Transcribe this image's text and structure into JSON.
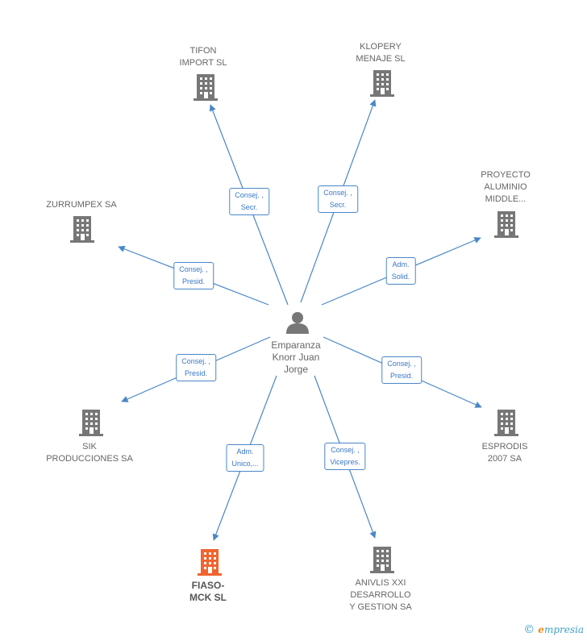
{
  "center": {
    "name": "Emparanza\nKnorr Juan\nJorge",
    "icon": "person-icon"
  },
  "colors": {
    "edge": "#4a86c8",
    "building": "#777777",
    "highlight": "#f0642f"
  },
  "companies": [
    {
      "id": "tifon",
      "name": "TIFON\nIMPORT SL",
      "role": "Consej. ,\nSecr.",
      "highlight": false
    },
    {
      "id": "klopery",
      "name": "KLOPERY\nMENAJE SL",
      "role": "Consej. ,\nSecr.",
      "highlight": false
    },
    {
      "id": "proyecto",
      "name": "PROYECTO\nALUMINIO\nMIDDLE...",
      "role": "Adm.\nSolid.",
      "highlight": false
    },
    {
      "id": "zurrumpex",
      "name": "ZURRUMPEX SA",
      "role": "Consej. ,\nPresid.",
      "highlight": false
    },
    {
      "id": "sik",
      "name": "SIK\nPRODUCCIONES SA",
      "role": "Consej. ,\nPresid.",
      "highlight": false
    },
    {
      "id": "esprodis",
      "name": "ESPRODIS\n2007 SA",
      "role": "Consej. ,\nPresid.",
      "highlight": false
    },
    {
      "id": "fiaso",
      "name": "FIASO-\nMCK SL",
      "role": "Adm.\nUnico,...",
      "highlight": true
    },
    {
      "id": "anivlis",
      "name": "ANIVLIS XXI\nDESARROLLO\nY GESTION SA",
      "role": "Consej. ,\nVicepres.",
      "highlight": false
    }
  ],
  "footer": {
    "copyright": "©",
    "brand_first": "e",
    "brand_rest": "mpresia"
  }
}
